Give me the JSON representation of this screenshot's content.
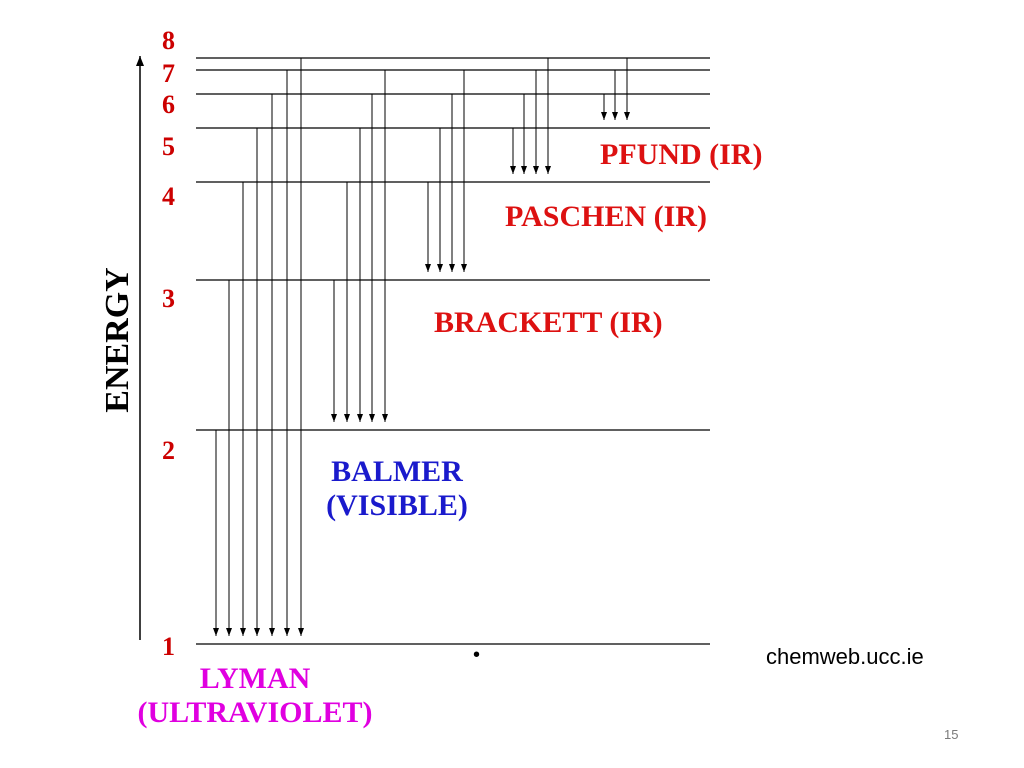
{
  "axis": {
    "label": "ENERGY"
  },
  "levels": [
    {
      "n": "1",
      "color": "#cc0000"
    },
    {
      "n": "2",
      "color": "#cc0000"
    },
    {
      "n": "3",
      "color": "#cc0000"
    },
    {
      "n": "4",
      "color": "#cc0000"
    },
    {
      "n": "5",
      "color": "#cc0000"
    },
    {
      "n": "6",
      "color": "#cc0000"
    },
    {
      "n": "7",
      "color": "#cc0000"
    },
    {
      "n": "8",
      "color": "#cc0000"
    }
  ],
  "series": [
    {
      "id": "lyman",
      "lines": [
        "LYMAN",
        "(ULTRAVIOLET)"
      ],
      "color": "#e000e0",
      "lower_level": 1,
      "upper_levels": [
        2,
        3,
        4,
        5,
        6,
        7,
        8
      ]
    },
    {
      "id": "balmer",
      "lines": [
        "BALMER",
        "(VISIBLE)"
      ],
      "color": "#1a1acc",
      "lower_level": 2,
      "upper_levels": [
        3,
        4,
        5,
        6,
        7
      ]
    },
    {
      "id": "brackett",
      "lines": [
        "BRACKETT (IR)"
      ],
      "color": "#dd1111",
      "lower_level": 3,
      "upper_levels": [
        4,
        5,
        6,
        7
      ]
    },
    {
      "id": "paschen",
      "lines": [
        "PASCHEN (IR)"
      ],
      "color": "#dd1111",
      "lower_level": 4,
      "upper_levels": [
        5,
        6,
        7,
        8
      ]
    },
    {
      "id": "pfund",
      "lines": [
        "PFUND (IR)"
      ],
      "color": "#dd1111",
      "lower_level": 5,
      "upper_levels": [
        6,
        7,
        8
      ]
    }
  ],
  "footer": {
    "source": "chemweb.ucc.ie",
    "bullet": "•",
    "page_number": "15"
  }
}
